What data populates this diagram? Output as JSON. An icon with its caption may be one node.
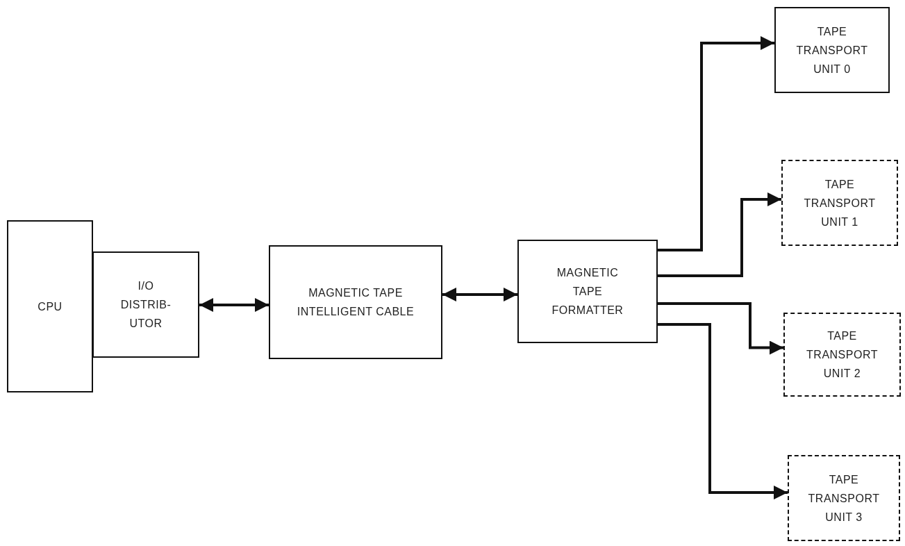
{
  "diagram": {
    "nodes": [
      {
        "text": [
          "CPU"
        ]
      },
      {
        "text": [
          "I/O DISTRIB- UTOR"
        ]
      },
      {
        "text": [
          "MAGNETIC TAPE INTELLIGENT CABLE"
        ]
      },
      {
        "text": [
          "MAGNETIC TAPE FORMATTER"
        ]
      },
      {
        "text": [
          "TAPE TRANSPORT UNIT 0"
        ]
      },
      {
        "text": [
          "TAPE TRANSPORT UNIT 1"
        ]
      },
      {
        "text": [
          "TAPE TRANSPORT UNIT 2"
        ]
      },
      {
        "text": [
          "TAPE TRANSPORT UNIT 3"
        ]
      }
    ],
    "edges": [
      {
        "from": 1,
        "to": 2,
        "arrow": "both"
      },
      {
        "from": 2,
        "to": 3,
        "arrow": "both"
      },
      {
        "from": 3,
        "to": 4,
        "arrow": "to"
      },
      {
        "from": 3,
        "to": 5,
        "arrow": "to"
      },
      {
        "from": 3,
        "to": 6,
        "arrow": "to"
      },
      {
        "from": 3,
        "to": 7,
        "arrow": "to"
      }
    ]
  }
}
